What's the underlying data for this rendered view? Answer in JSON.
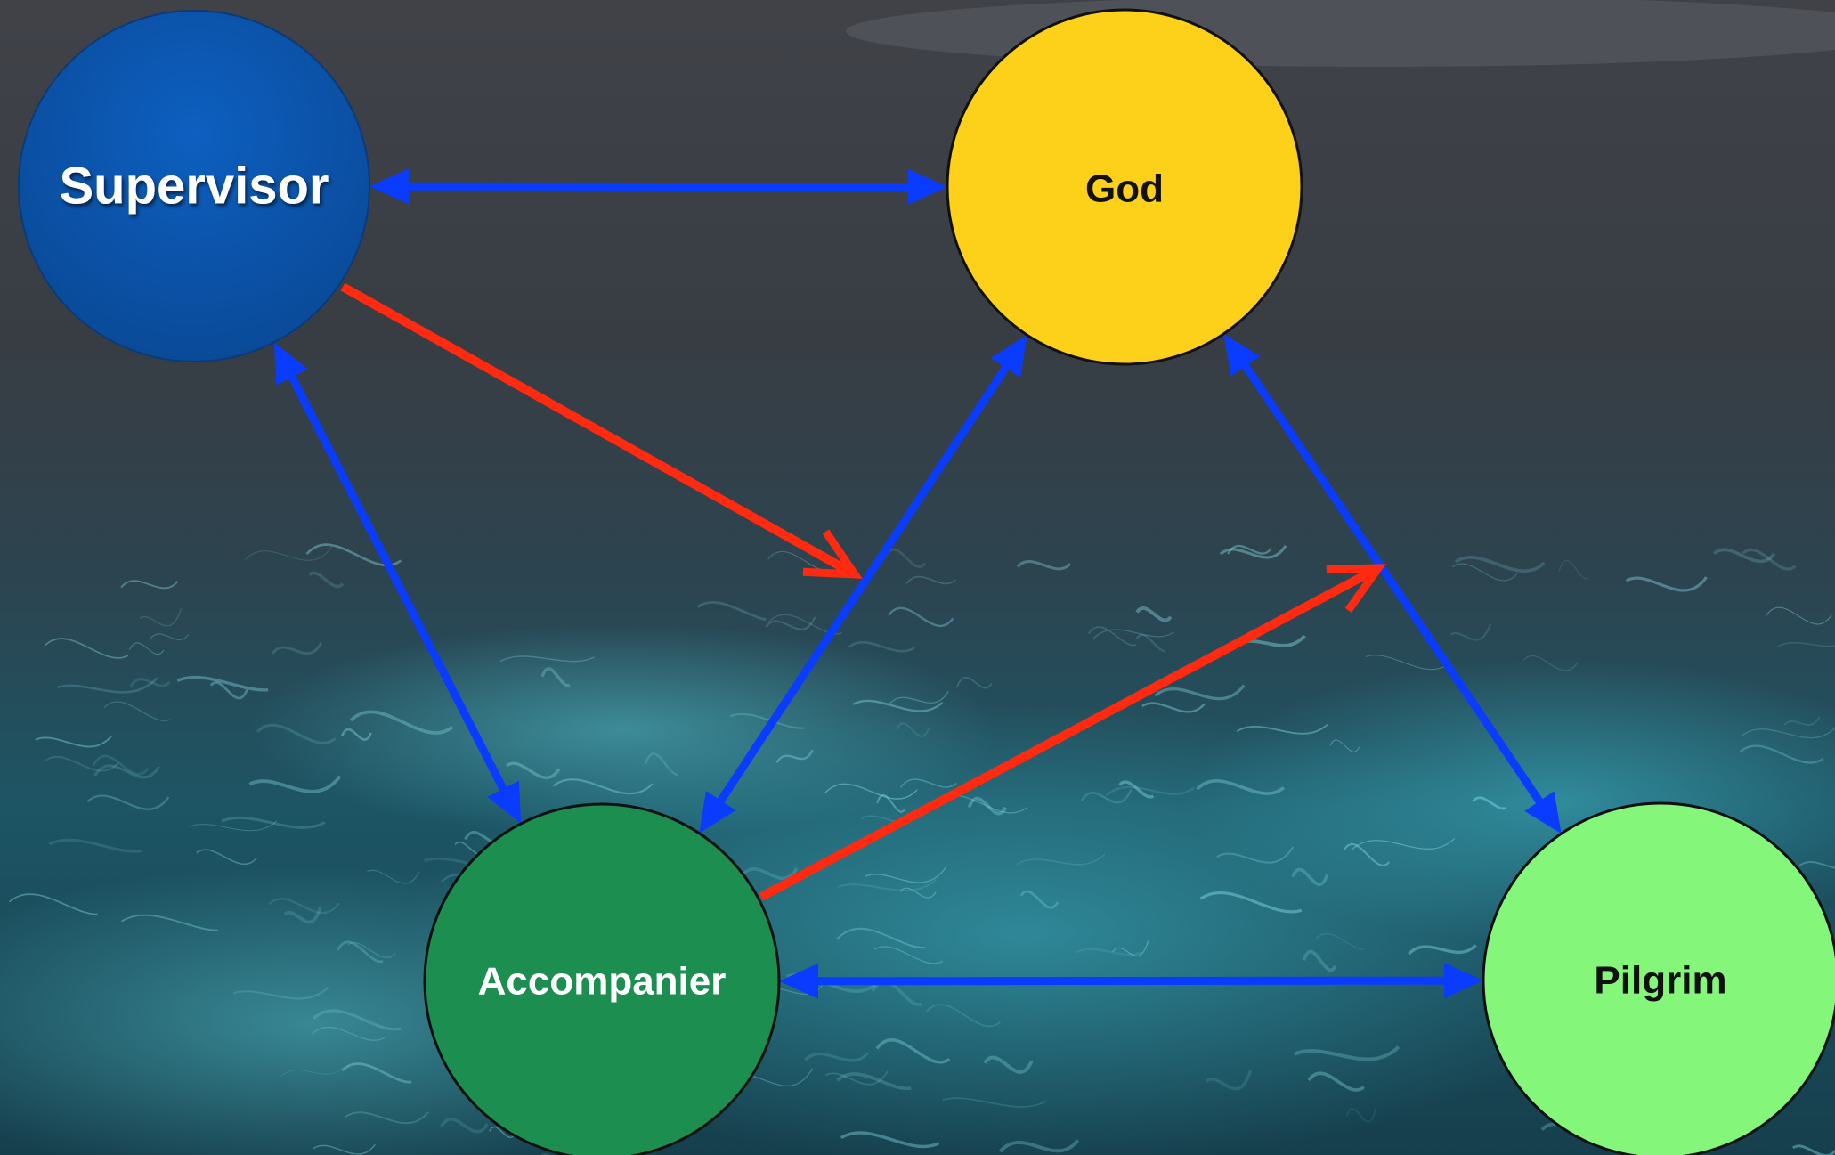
{
  "diagram": {
    "nodes": [
      {
        "id": "supervisor",
        "label": "Supervisor",
        "fill": "#0b56b0",
        "text_color": "#ffffff"
      },
      {
        "id": "god",
        "label": "God",
        "fill": "#fdd01a",
        "text_color": "#111111"
      },
      {
        "id": "accompanier",
        "label": "Accompanier",
        "fill": "#1c8f50",
        "text_color": "#ffffff"
      },
      {
        "id": "pilgrim",
        "label": "Pilgrim",
        "fill": "#84f77a",
        "text_color": "#111111"
      }
    ],
    "edges": [
      {
        "from": "supervisor",
        "to": "god",
        "direction": "both",
        "color": "#0a3cff"
      },
      {
        "from": "supervisor",
        "to": "accompanier",
        "direction": "both",
        "color": "#0a3cff"
      },
      {
        "from": "god",
        "to": "accompanier",
        "direction": "both",
        "color": "#0a3cff"
      },
      {
        "from": "god",
        "to": "pilgrim",
        "direction": "both",
        "color": "#0a3cff"
      },
      {
        "from": "accompanier",
        "to": "pilgrim",
        "direction": "both",
        "color": "#0a3cff"
      },
      {
        "from": "supervisor",
        "to": "edge:god-accompanier",
        "direction": "forward",
        "style": "open-arrow",
        "color": "#ff2a10"
      },
      {
        "from": "accompanier",
        "to": "edge:god-pilgrim",
        "direction": "forward",
        "style": "open-arrow",
        "color": "#ff2a10"
      }
    ],
    "colors": {
      "link_blue": "#0a3cff",
      "link_red": "#ff2a10",
      "node_stroke": "#111111"
    },
    "background": "underwater-caustics"
  }
}
